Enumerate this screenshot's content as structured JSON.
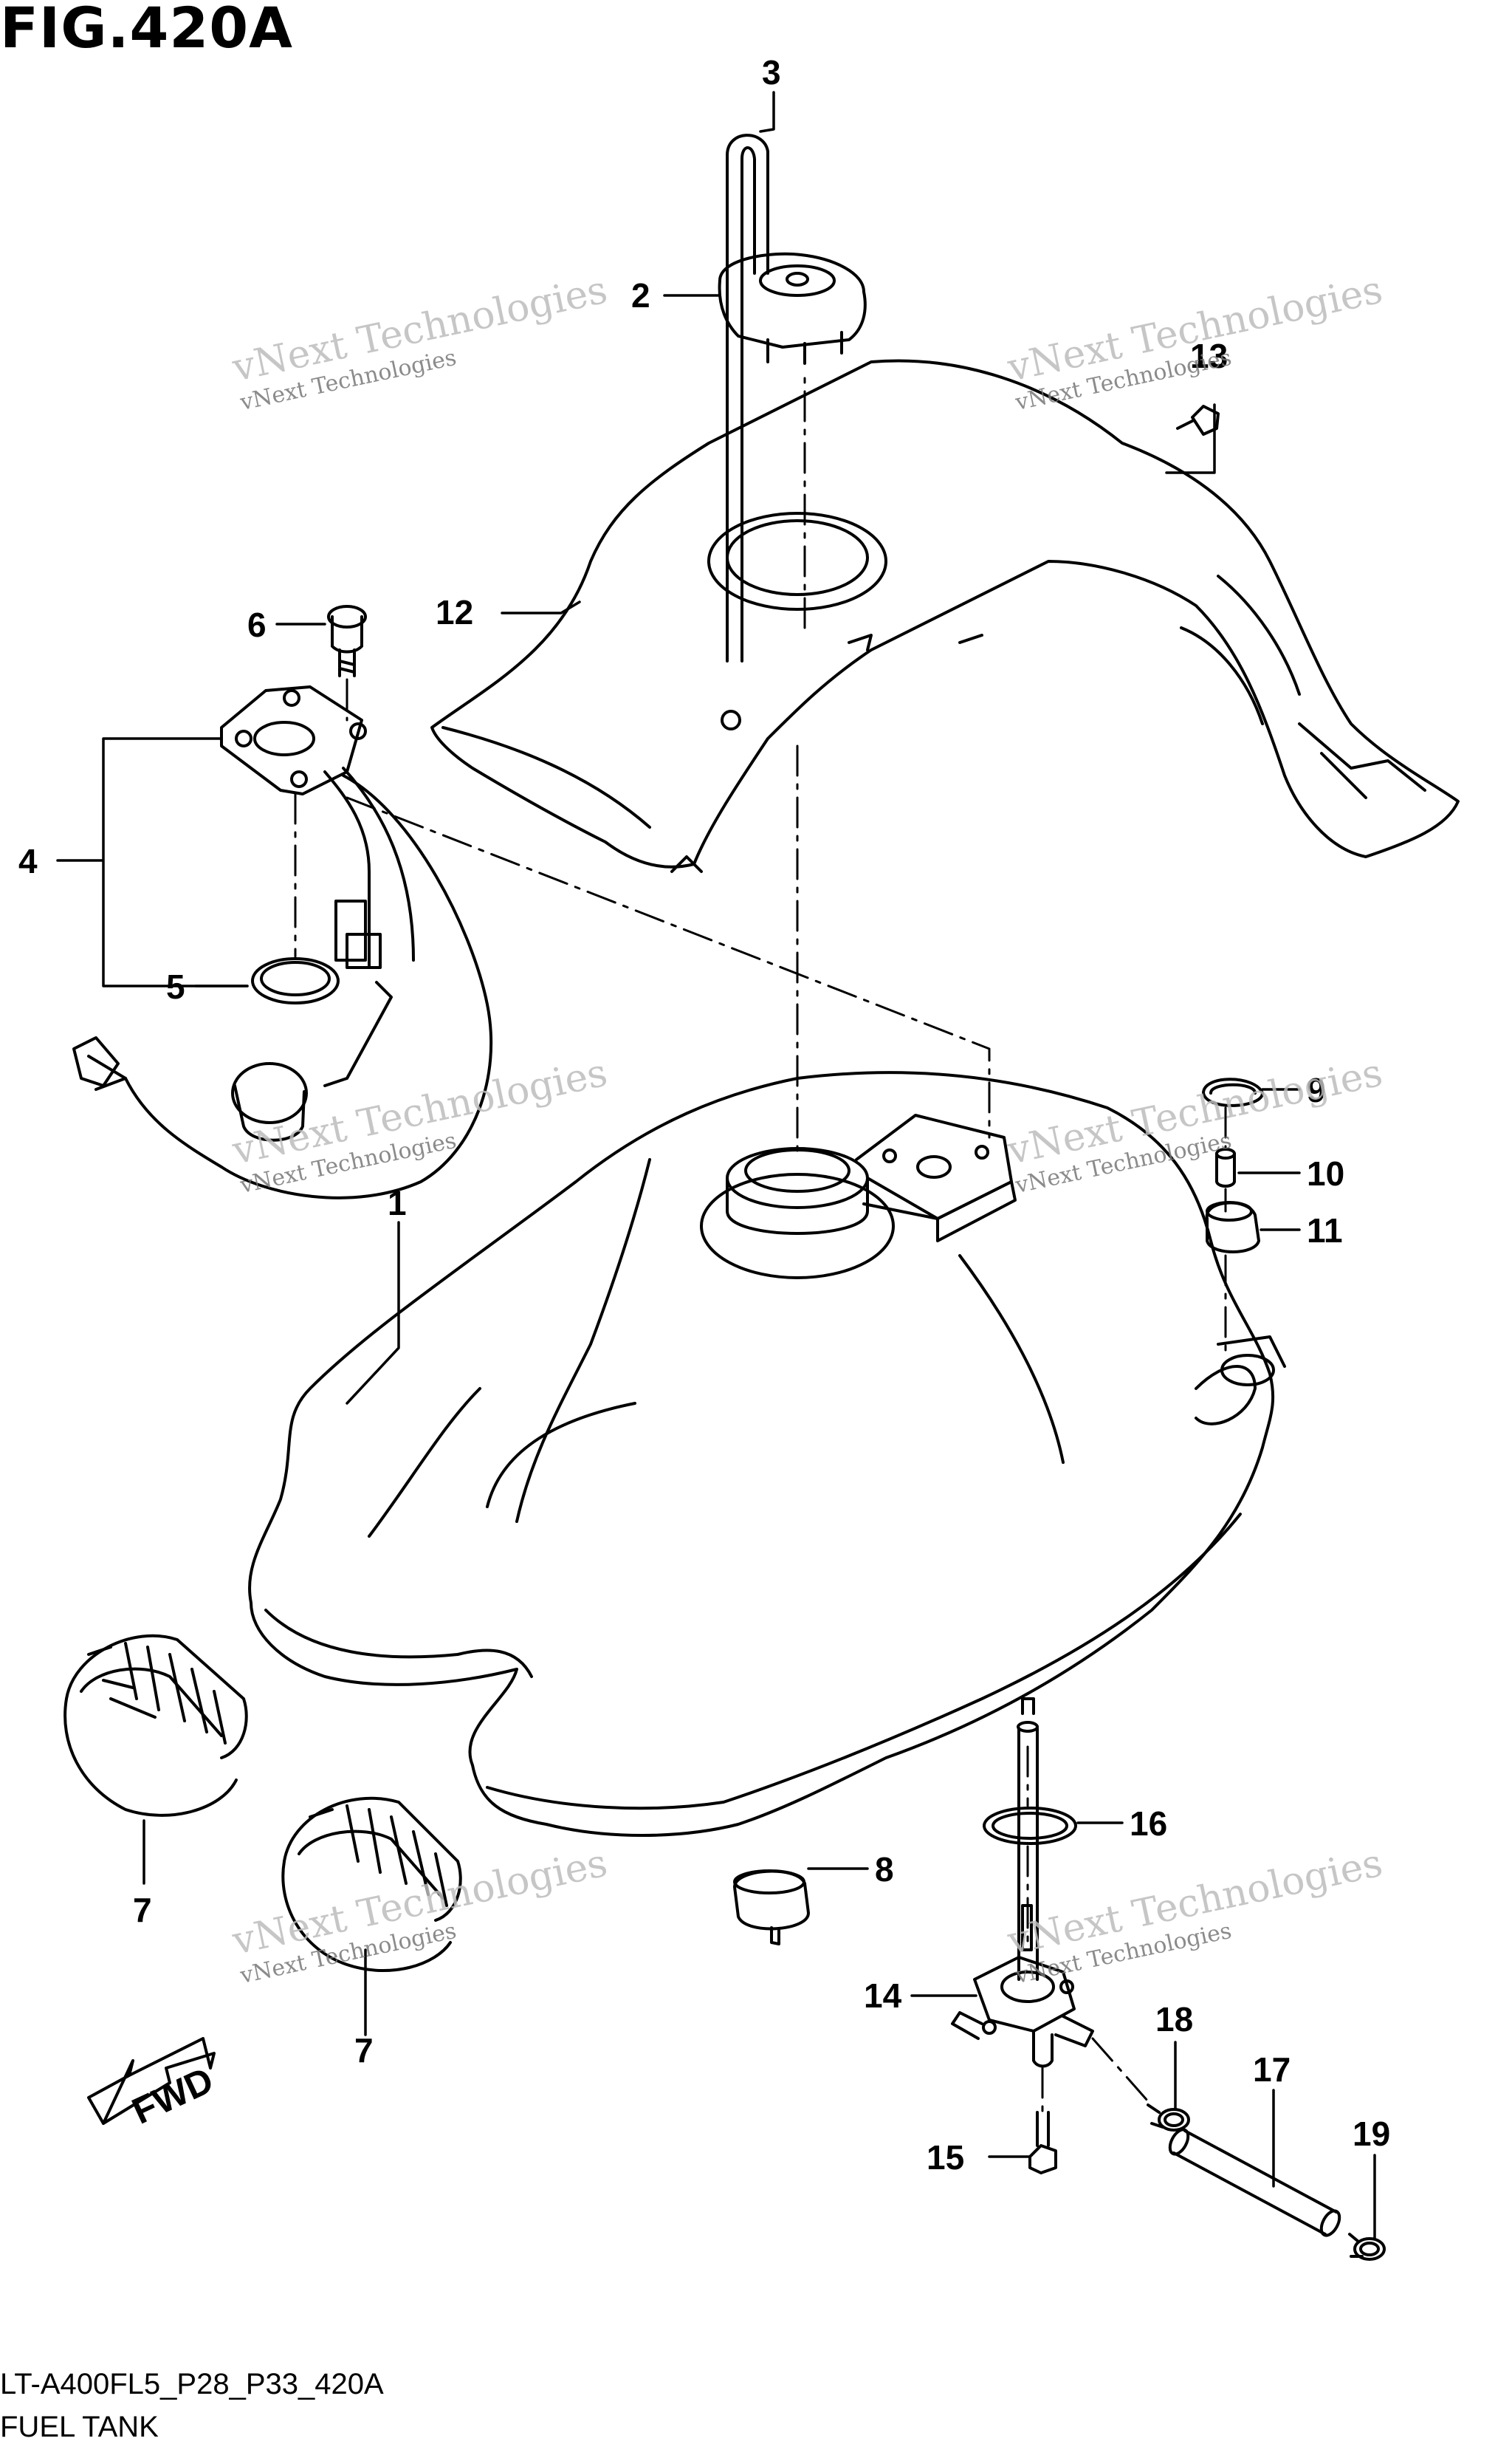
{
  "figure": {
    "title": "FIG.420A",
    "model_code": "LT-A400FL5_P28_P33_420A",
    "name": "FUEL TANK",
    "direction_label": "FWD"
  },
  "watermark": {
    "brand": "vNext Technologies",
    "caption": "vNext Technologies"
  },
  "callouts": {
    "n1": "1",
    "n2": "2",
    "n3": "3",
    "n4": "4",
    "n5": "5",
    "n6": "6",
    "n7a": "7",
    "n7b": "7",
    "n8": "8",
    "n9": "9",
    "n10": "10",
    "n11": "11",
    "n12": "12",
    "n13": "13",
    "n14": "14",
    "n15": "15",
    "n16": "16",
    "n17": "17",
    "n18": "18",
    "n19": "19"
  },
  "colors": {
    "ink": "#000000",
    "paper": "#ffffff",
    "watermark": "#bdbdbd"
  }
}
